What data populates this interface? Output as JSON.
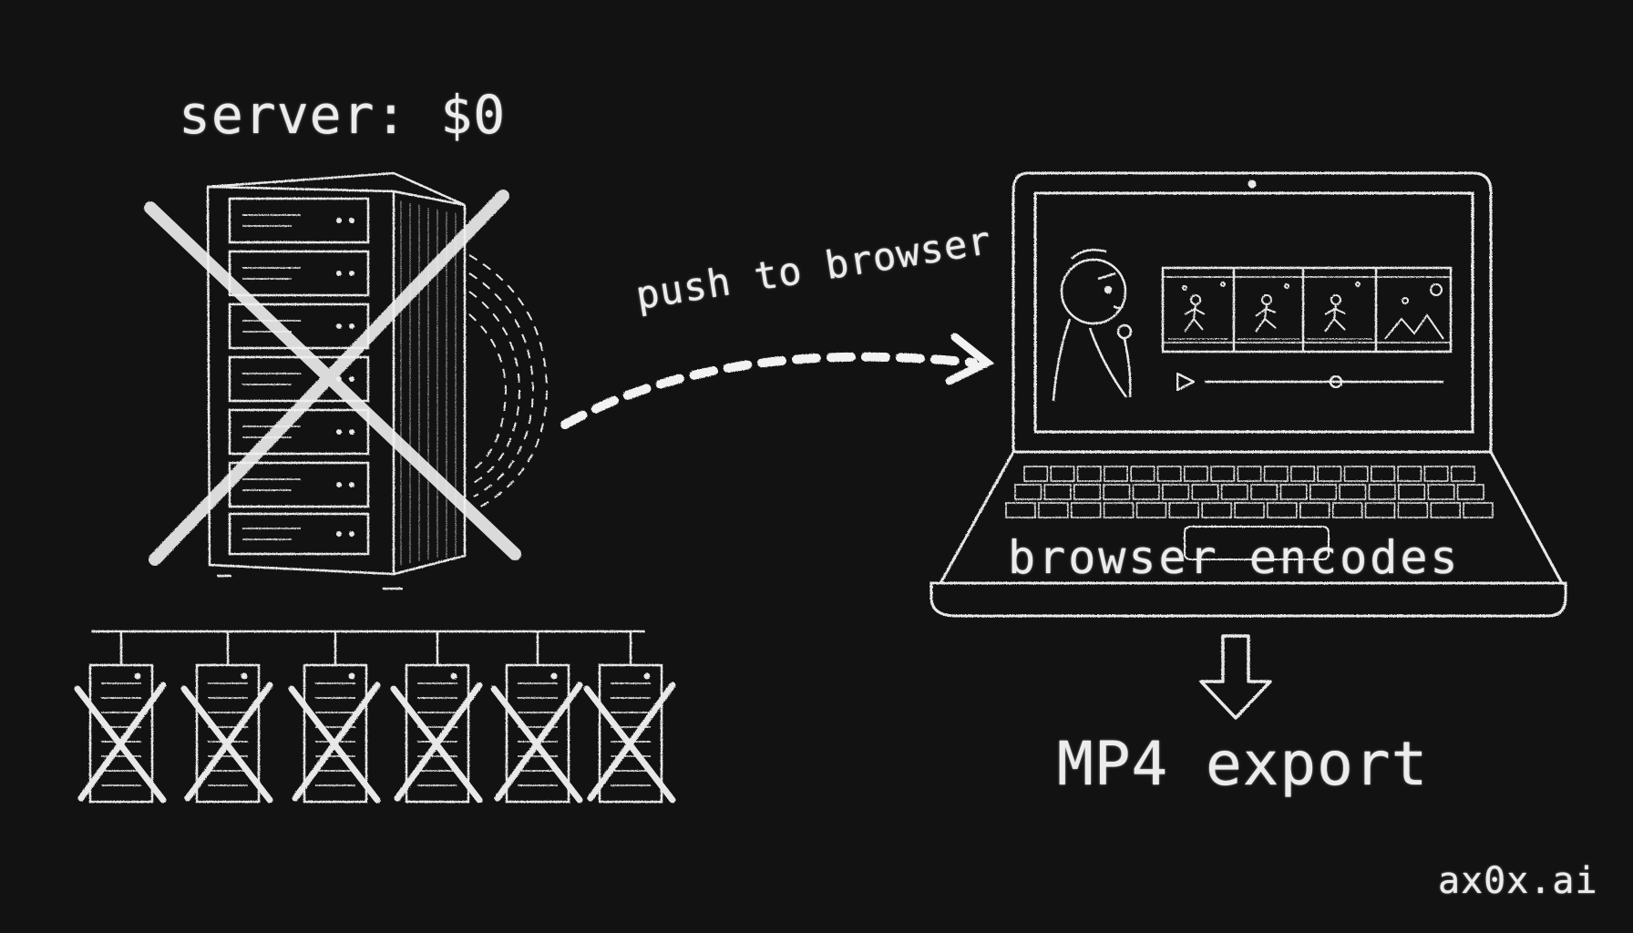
{
  "left_panel": {
    "title": "server: $0",
    "main_server_icon": "server-rack-crossed-out",
    "small_servers": [
      "server-crossed",
      "server-crossed",
      "server-crossed",
      "server-crossed",
      "server-crossed",
      "server-crossed"
    ]
  },
  "arrow": {
    "label": "push to browser"
  },
  "right_panel": {
    "laptop_icon": "laptop",
    "screen_icons": [
      "thinking-person-icon",
      "film-strip-icon",
      "play-icon",
      "timeline-scrubber-icon"
    ],
    "caption": "browser encodes",
    "output_label": "MP4 export"
  },
  "watermark": "ax0x.ai",
  "colors": {
    "background": "#121212",
    "chalk": "#ECECEC"
  }
}
